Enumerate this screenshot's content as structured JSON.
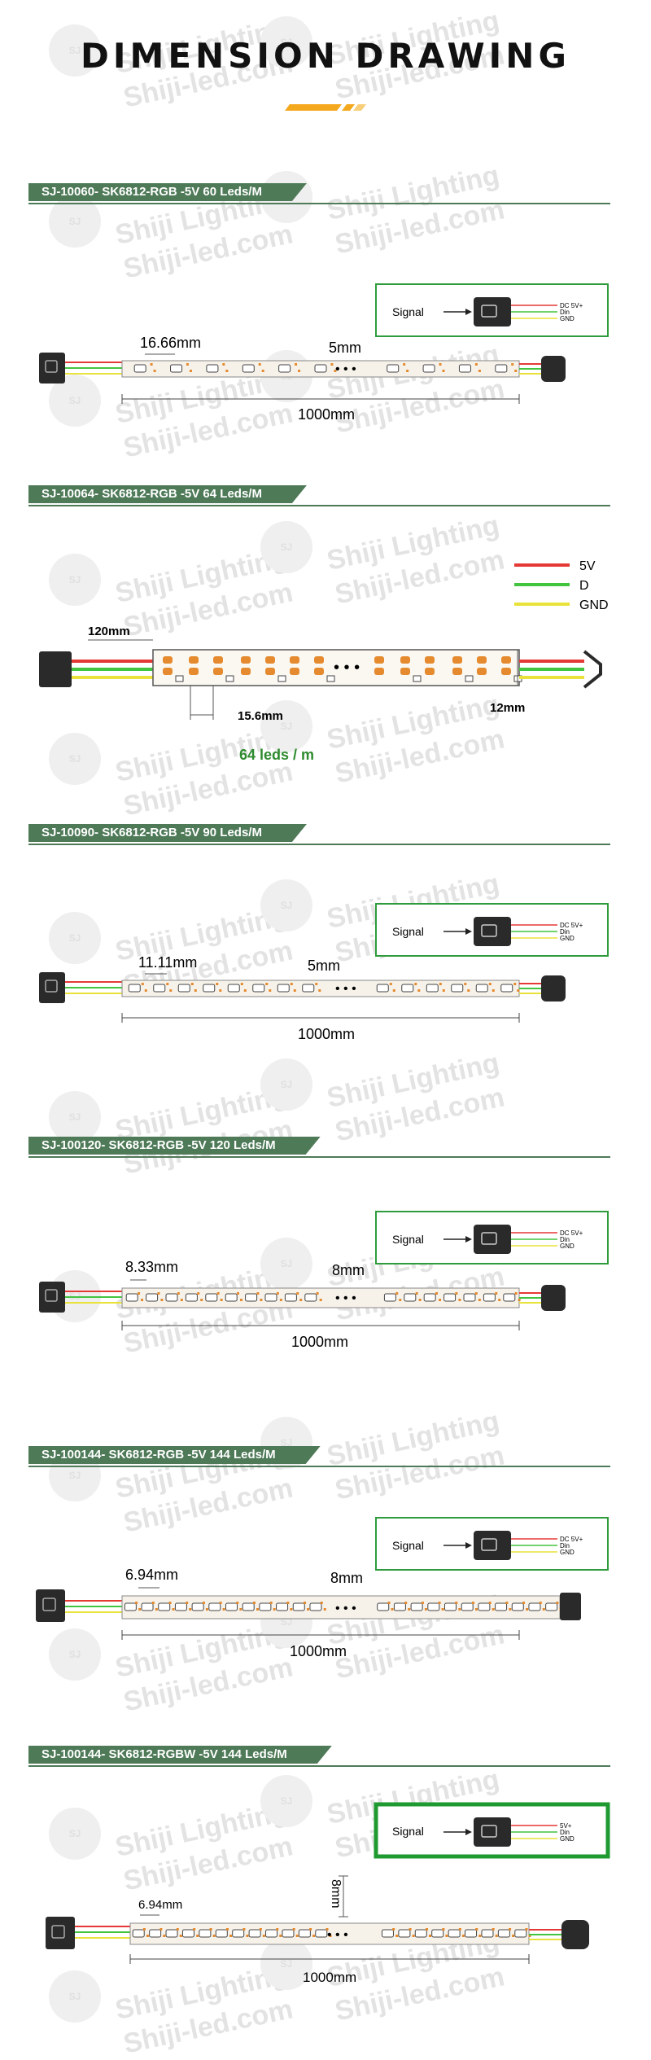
{
  "page": {
    "title": "DIMENSION DRAWING",
    "watermark_brand": "Shiji Lighting",
    "watermark_url": "Shiji-led.com",
    "watermark_mark": "SJ"
  },
  "colors": {
    "accent": "#f4a81d",
    "section": "#4e7a58",
    "wire_red": "#e53935",
    "wire_green": "#43c43f",
    "wire_yellow": "#e8e23a",
    "led": "#e58a2e"
  },
  "sections": [
    {
      "header": "SJ-10060- SK6812-RGB -5V 60 Leds/M",
      "signal": {
        "label": "Signal",
        "pins": [
          "DC 5V+",
          "Din",
          "GND"
        ]
      },
      "pitch": "16.66mm",
      "cut": "5mm",
      "length": "1000mm"
    },
    {
      "header": "SJ-10064- SK6812-RGB -5V 64 Leds/M",
      "legend": [
        "5V",
        "D",
        "GND"
      ],
      "pitch": "15.6mm",
      "end": "120mm",
      "width": "12mm",
      "density": "64 leds / m"
    },
    {
      "header": "SJ-10090- SK6812-RGB -5V 90 Leds/M",
      "signal": {
        "label": "Signal",
        "pins": [
          "DC 5V+",
          "Din",
          "GND"
        ]
      },
      "pitch": "11.11mm",
      "cut": "5mm",
      "length": "1000mm"
    },
    {
      "header": "SJ-100120- SK6812-RGB -5V 120 Leds/M",
      "signal": {
        "label": "Signal",
        "pins": [
          "DC 5V+",
          "Din",
          "GND"
        ]
      },
      "pitch": "8.33mm",
      "cut": "8mm",
      "length": "1000mm"
    },
    {
      "header": "SJ-100144- SK6812-RGB -5V 144 Leds/M",
      "signal": {
        "label": "Signal",
        "pins": [
          "DC 5V+",
          "Din",
          "GND"
        ]
      },
      "pitch": "6.94mm",
      "cut": "8mm",
      "length": "1000mm"
    },
    {
      "header": "SJ-100144- SK6812-RGBW -5V 144 Leds/M",
      "signal": {
        "label": "Signal",
        "pins": [
          "5V+",
          "Din",
          "GND"
        ]
      },
      "pitch": "6.94mm",
      "cut": "8mm",
      "length": "1000mm"
    }
  ]
}
